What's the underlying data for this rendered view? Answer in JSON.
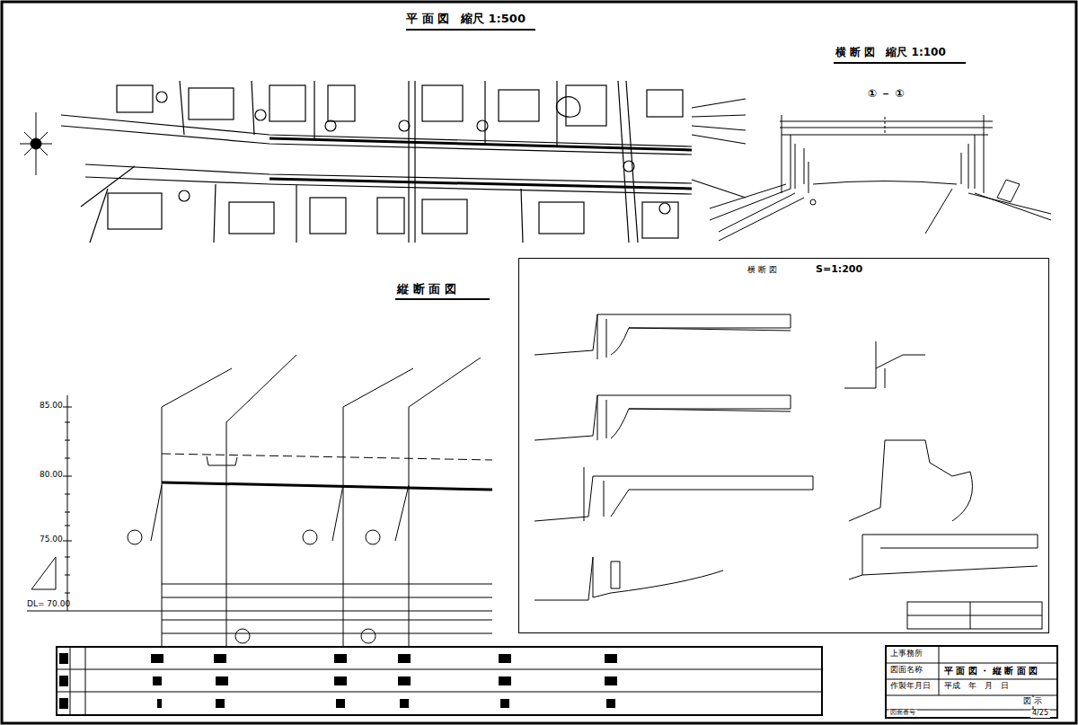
{
  "diagram": {
    "nodes": [
      {
        "text": [
          "横 断 図",
          "S=1:200"
        ]
      },
      {
        "text": [
          "上事務所",
          "図面名称",
          "平 面 図 ・ 縦 断 面 図",
          "作製年月日",
          "平成　年　月　日",
          "図 示",
          "図面番号",
          "4/25"
        ]
      }
    ],
    "labels": [
      "平 面 図　縮尺 1:500",
      "横 断 図　縮尺 1:100",
      "① － ①",
      "縦 断 面 図",
      "85.00",
      "80.00",
      "75.00",
      "DL= 70.00"
    ]
  }
}
